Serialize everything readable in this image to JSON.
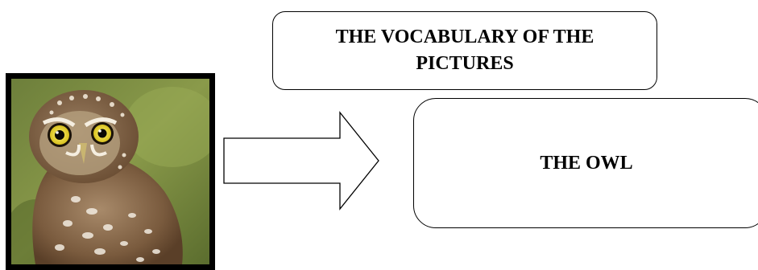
{
  "title": "THE VOCABULARY OF THE PICTURES",
  "answer": "THE OWL",
  "image": {
    "subject": "owl-photo"
  },
  "colors": {
    "border": "#000000",
    "background": "#ffffff",
    "text": "#000000"
  }
}
